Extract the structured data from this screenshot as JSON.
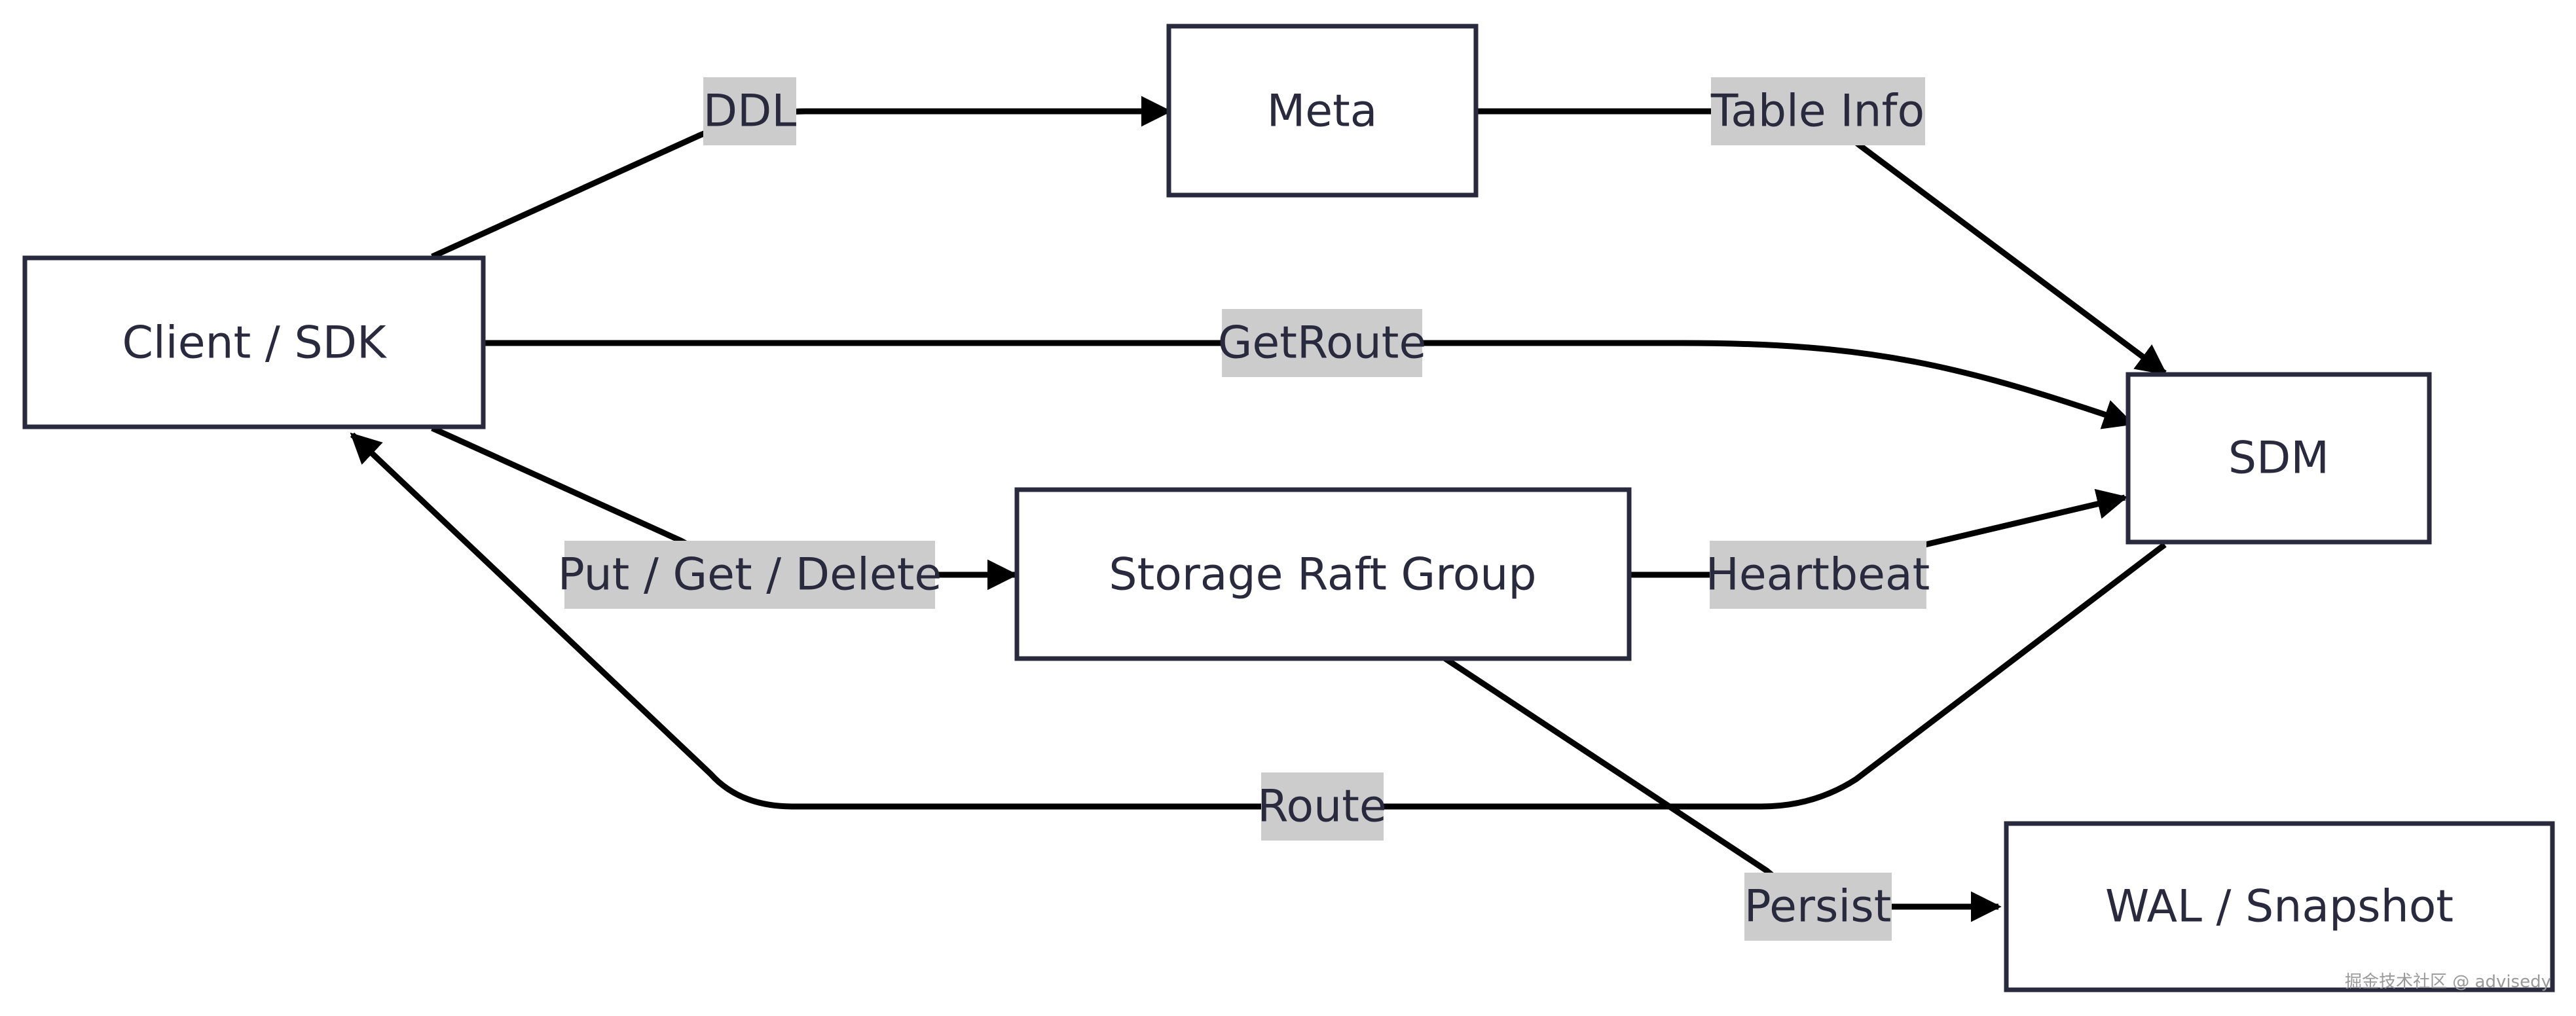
{
  "nodes": {
    "client": "Client / SDK",
    "meta": "Meta",
    "sdm": "SDM",
    "storage": "Storage Raft Group",
    "wal": "WAL / Snapshot"
  },
  "edges": {
    "ddl": "DDL",
    "table_info": "Table Info",
    "get_route": "GetRoute",
    "put_get_delete": "Put / Get / Delete",
    "heartbeat": "Heartbeat",
    "route": "Route",
    "persist": "Persist"
  },
  "watermark": "掘金技术社区 @ advisedy",
  "colors": {
    "node_stroke": "#2a2a3e",
    "edge": "#000000",
    "label_background": "#cccccc",
    "text": "#2a2a3e"
  }
}
